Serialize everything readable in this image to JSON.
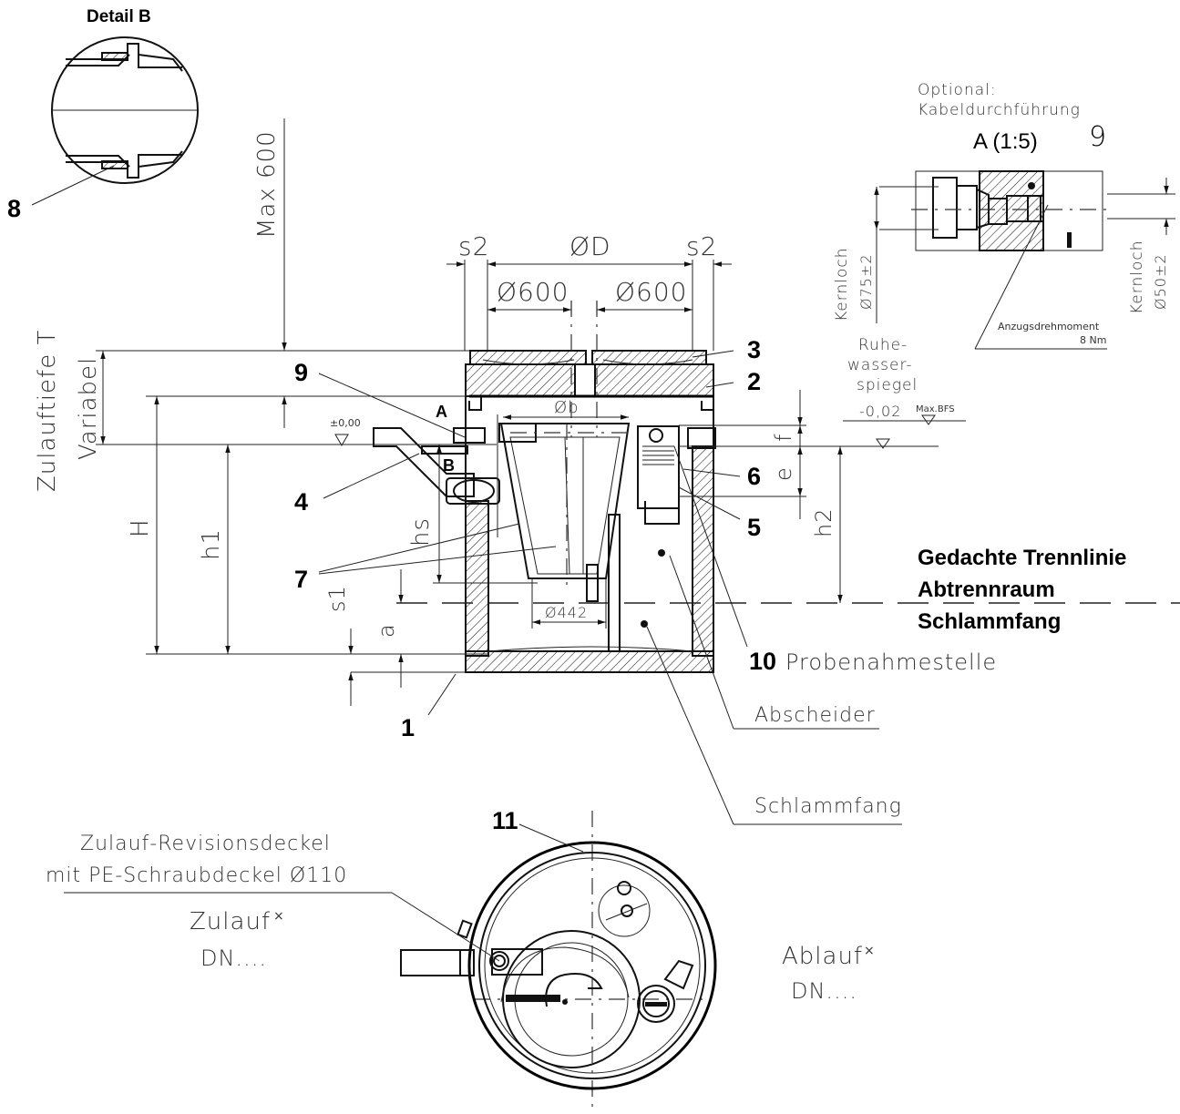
{
  "detail_b": {
    "title": "Detail B",
    "marker": "B"
  },
  "detail_a": {
    "title": "A (1:5)",
    "optional_line1": "Optional:",
    "optional_line2": "Kabeldurchführung",
    "kernloch_label": "Kernloch",
    "kernloch_75": "Ø75±2",
    "kernloch_50": "Ø50±2",
    "torque_label": "Anzugsdrehmoment",
    "torque_value": "8 Nm",
    "marker": "A"
  },
  "dimensions": {
    "max_600": "Max 600",
    "zulauftiefe": "Zulauftiefe T",
    "variabel": "Variabel",
    "s2_left": "s2",
    "s2_right": "s2",
    "phi_D": "ØD",
    "phi_600_left": "Ø600",
    "phi_600_right": "Ø600",
    "phi_b": "Øb",
    "phi_442": "Ø442",
    "H": "H",
    "h1": "h1",
    "h2": "h2",
    "hs": "hs",
    "s1": "s1",
    "a": "a",
    "f": "f",
    "e": "e",
    "zero": "±0,00"
  },
  "water": {
    "ruhe1": "Ruhe-",
    "ruhe2": "wasser-",
    "ruhe3": "spiegel",
    "level": "-0,02",
    "max_bfs": "Max.BFS"
  },
  "callouts": [
    "1",
    "2",
    "3",
    "4",
    "5",
    "6",
    "7",
    "8",
    "9",
    "9",
    "10",
    "11"
  ],
  "labels": {
    "trennlinie_1": "Gedachte Trennlinie",
    "trennlinie_2": "Abtrennraum",
    "trennlinie_3": "Schlammfang",
    "probenahme": "Probenahmestelle",
    "abscheider": "Abscheider",
    "schlammfang": "Schlammfang",
    "revision_1": "Zulauf-Revisionsdeckel",
    "revision_2": "mit PE-Schraubdeckel Ø110",
    "zulauf": "Zulauf",
    "zulauf_dn": "DN....",
    "ablauf": "Ablauf",
    "ablauf_dn": "DN....",
    "sup_x": "×"
  }
}
